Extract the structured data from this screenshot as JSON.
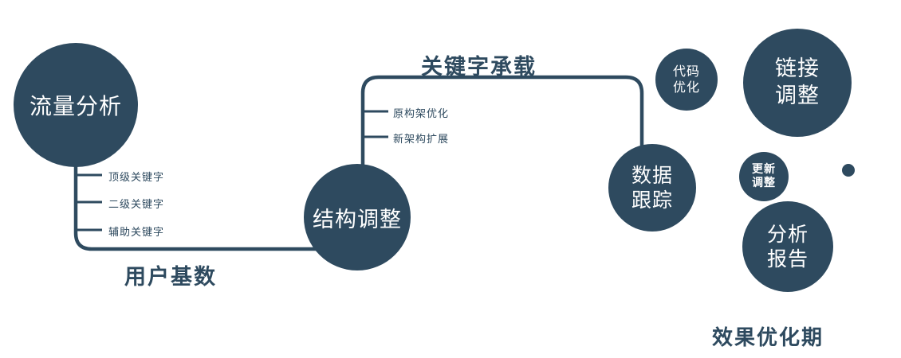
{
  "colors": {
    "primary": "#2e4a5f",
    "circle_text": "#ffffff",
    "background": "#ffffff"
  },
  "nodes": {
    "traffic_analysis": {
      "label": "流量分析"
    },
    "structure_adjustment": {
      "label": "结构调整"
    },
    "data_tracking": {
      "label": "数据跟踪"
    },
    "code_optimization": {
      "label": "代码优化"
    },
    "link_adjustment": {
      "label": "链接调整"
    },
    "update_adjustment": {
      "label": "更新调整"
    },
    "analysis_report": {
      "label": "分析报告"
    }
  },
  "edge_labels": {
    "keyword_bearing": "关键字承载",
    "user_base": "用户基数"
  },
  "branch_labels": {
    "traffic": [
      "顶级关键字",
      "二级关键字",
      "辅助关键字"
    ],
    "structure": [
      "原构架优化",
      "新架构扩展"
    ]
  },
  "caption": "效果优化期"
}
